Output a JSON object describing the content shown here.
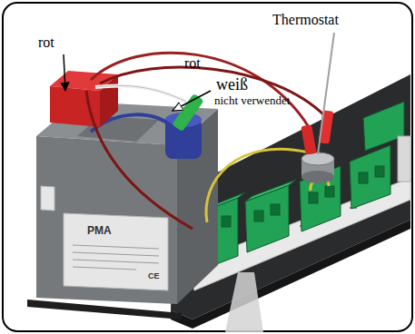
{
  "diagram": {
    "labels": [
      "rot",
      "rot",
      "weiß",
      "nicht verwendet",
      "Thermostat",
      "PMA",
      "CE"
    ]
  }
}
